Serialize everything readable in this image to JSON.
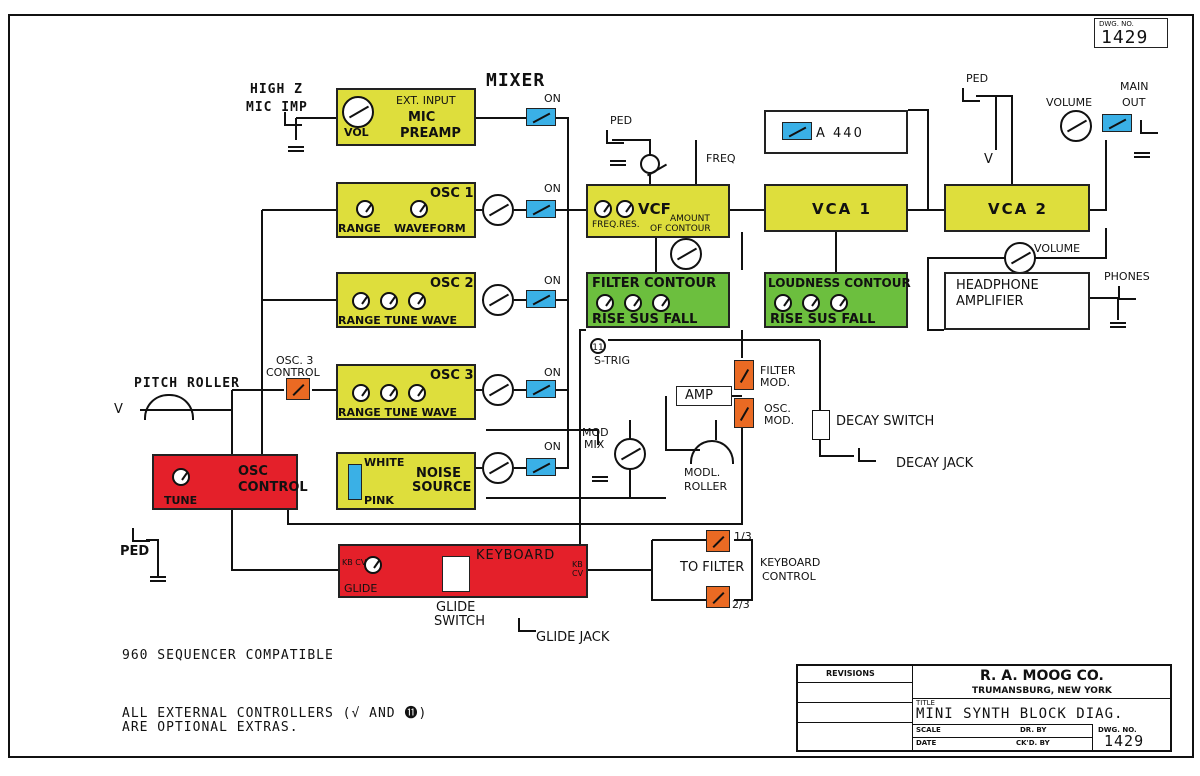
{
  "drawing": {
    "dwg_no_label": "DWG. NO.",
    "dwg_no": "1429"
  },
  "mixer": {
    "title": "MIXER"
  },
  "mic": {
    "high_z": "HIGH Z",
    "mic_imp": "MIC  IMP",
    "vol": "VOL",
    "ext_input": "EXT. INPUT",
    "preamp_line1": "MIC",
    "preamp_line2": "PREAMP"
  },
  "switch_on": "ON",
  "osc1": {
    "title": "OSC 1",
    "knob1": "RANGE",
    "knob2": "WAVEFORM"
  },
  "osc2": {
    "title": "OSC 2",
    "knobs": "RANGE TUNE WAVE"
  },
  "osc3": {
    "title": "OSC 3",
    "knobs": "RANGE TUNE WAVE",
    "control_line1": "OSC. 3",
    "control_line2": "CONTROL"
  },
  "noise": {
    "white": "WHITE",
    "pink": "PINK",
    "line1": "NOISE",
    "line2": "SOURCE"
  },
  "pitch_roller": "PITCH ROLLER",
  "v_label": "V",
  "osc_control": {
    "line1": "OSC",
    "line2": "CONTROL",
    "tune": "TUNE"
  },
  "ped": "PED",
  "vcf": {
    "title": "VCF",
    "freq_res": "FREQ.RES.",
    "amount_line1": "AMOUNT",
    "amount_line2": "OF CONTOUR",
    "freq": "FREQ",
    "ped": "PED"
  },
  "filter_contour": {
    "title": "FILTER CONTOUR",
    "knobs": "RISE SUS FALL"
  },
  "loudness_contour": {
    "title": "LOUDNESS CONTOUR",
    "knobs": "RISE SUS FALL"
  },
  "s_trig": "S-TRIG",
  "s_trig_icon": "11",
  "a440": "A 440",
  "vca1": "VCA 1",
  "vca2": "VCA 2",
  "main_out": {
    "ped": "PED",
    "volume": "VOLUME",
    "line1": "MAIN",
    "line2": "OUT"
  },
  "headphone": {
    "volume": "VOLUME",
    "line1": "HEADPHONE",
    "line2": "AMPLIFIER",
    "phones": "PHONES"
  },
  "modulation": {
    "filter_mod_line1": "FILTER",
    "filter_mod_line2": "MOD.",
    "osc_mod_line1": "OSC.",
    "osc_mod_line2": "MOD.",
    "amp": "AMP",
    "mod_mix_line1": "MOD",
    "mod_mix_line2": "MIX",
    "modl_roller_line1": "MODL.",
    "modl_roller_line2": "ROLLER"
  },
  "decay": {
    "switch": "DECAY SWITCH",
    "jack": "DECAY JACK"
  },
  "keyboard": {
    "title": "KEYBOARD",
    "kb_cv": "KB CV",
    "glide": "GLIDE",
    "glide_switch_line1": "GLIDE",
    "glide_switch_line2": "SWITCH",
    "glide_jack": "GLIDE JACK",
    "kb_cv_right": "KB CV"
  },
  "keyboard_control": {
    "to_filter": "TO FILTER",
    "one_third": "1/3",
    "two_thirds": "2/3",
    "line1": "KEYBOARD",
    "line2": "CONTROL"
  },
  "notes": {
    "sequencer": "960 SEQUENCER COMPATIBLE",
    "external_line1": "ALL EXTERNAL CONTROLLERS (√ AND ⓫)",
    "external_line2": "ARE OPTIONAL  EXTRAS."
  },
  "title_block": {
    "revisions": "REVISIONS",
    "company": "R. A. MOOG CO.",
    "location": "TRUMANSBURG, NEW YORK",
    "title_label": "TITLE",
    "title": "MINI  SYNTH  BLOCK  DIAG.",
    "scale": "SCALE",
    "dr_by": "DR. BY",
    "date": "DATE",
    "ckd_by": "CK'D. BY",
    "dwg_no_label": "DWG. NO.",
    "dwg_no": "1429"
  },
  "colors": {
    "yellow": "#dede3c",
    "green": "#6cbf3e",
    "red": "#e4202a",
    "blue_switch": "#3ab0e6",
    "orange_switch": "#ea6a23"
  }
}
